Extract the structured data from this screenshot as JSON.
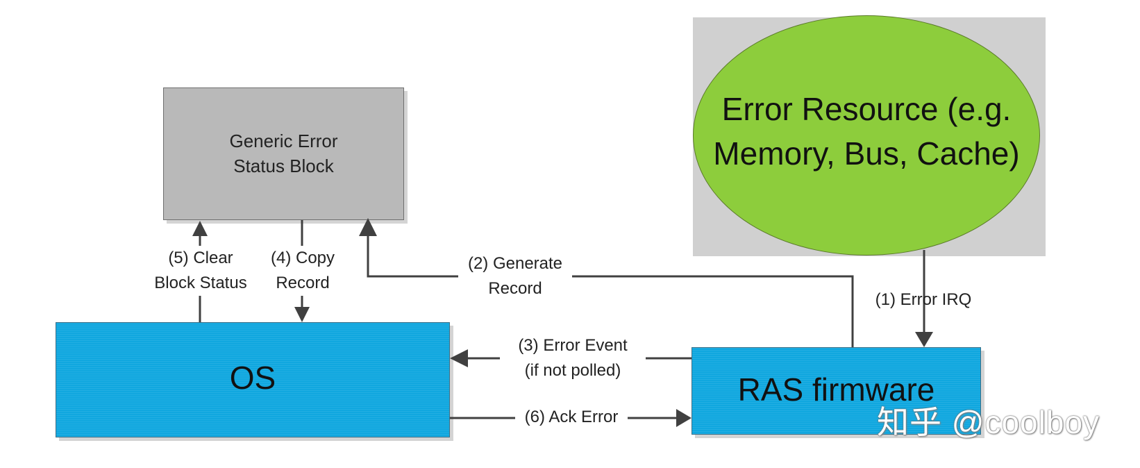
{
  "nodes": {
    "generic_error_status_block": "Generic Error\nStatus Block",
    "os": "OS",
    "ras_firmware": "RAS firmware",
    "error_resource": "Error Resource (e.g.\nMemory, Bus, Cache)"
  },
  "edges": {
    "step1": "(1) Error IRQ",
    "step2": "(2) Generate\nRecord",
    "step3": "(3)  Error Event\n(if not polled)",
    "step4": "(4)  Copy\nRecord",
    "step5": "(5) Clear\nBlock Status",
    "step6": "(6) Ack Error"
  },
  "watermark": "知乎 @coolboy",
  "colors": {
    "block_gray": "#b9b9b9",
    "block_blue": "#10a7df",
    "ellipse_green": "#8dcd3c",
    "ellipse_background": "#d0d0d0",
    "arrow": "#404040"
  }
}
